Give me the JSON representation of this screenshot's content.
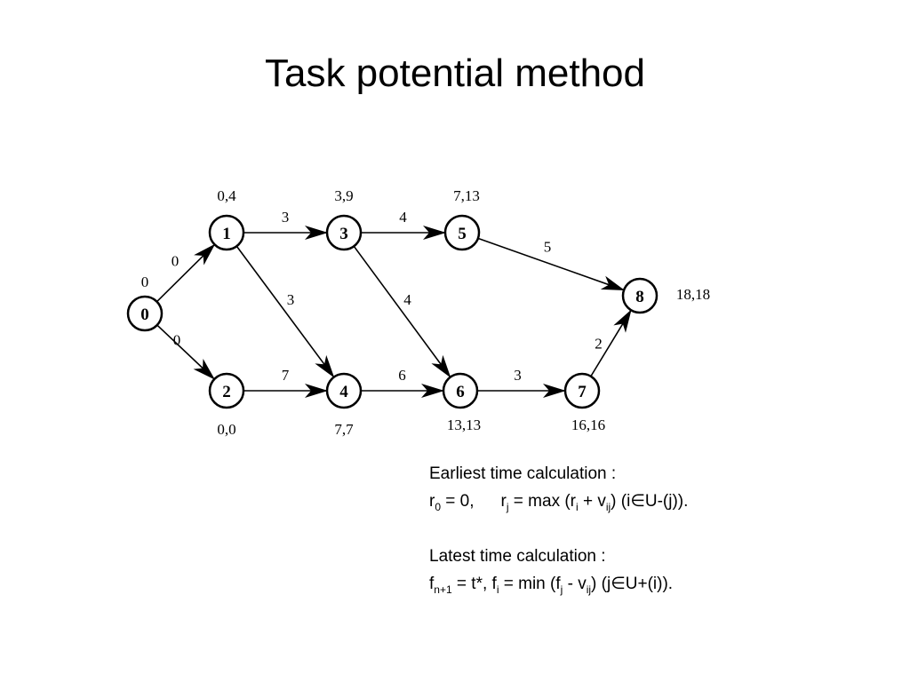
{
  "title": "Task potential method",
  "graph": {
    "nodes": [
      {
        "id": "0",
        "label": "0",
        "times": "0"
      },
      {
        "id": "1",
        "label": "1",
        "times": "0,4"
      },
      {
        "id": "2",
        "label": "2",
        "times": "0,0"
      },
      {
        "id": "3",
        "label": "3",
        "times": "3,9"
      },
      {
        "id": "4",
        "label": "4",
        "times": "7,7"
      },
      {
        "id": "5",
        "label": "5",
        "times": "7,13"
      },
      {
        "id": "6",
        "label": "6",
        "times": "13,13"
      },
      {
        "id": "7",
        "label": "7",
        "times": "16,16"
      },
      {
        "id": "8",
        "label": "8",
        "times": "18,18"
      }
    ],
    "edges": [
      {
        "from": "0",
        "to": "1",
        "weight": "0"
      },
      {
        "from": "0",
        "to": "2",
        "weight": "0"
      },
      {
        "from": "1",
        "to": "3",
        "weight": "3"
      },
      {
        "from": "1",
        "to": "4",
        "weight": "3"
      },
      {
        "from": "2",
        "to": "4",
        "weight": "7"
      },
      {
        "from": "3",
        "to": "5",
        "weight": "4"
      },
      {
        "from": "3",
        "to": "6",
        "weight": "4"
      },
      {
        "from": "4",
        "to": "6",
        "weight": "6"
      },
      {
        "from": "5",
        "to": "8",
        "weight": "5"
      },
      {
        "from": "6",
        "to": "7",
        "weight": "3"
      },
      {
        "from": "7",
        "to": "8",
        "weight": "2"
      }
    ]
  },
  "formulas": {
    "earliest_heading": "Earliest time calculation :",
    "earliest": {
      "r": "r",
      "sub0": "0",
      "eq0": " = 0,",
      "r2": "r",
      "subj": "j",
      "eq_max": " = max (r",
      "subi": "i",
      "plus_v": " + v",
      "subij": "ij",
      "close_set": ") (i∈U-(j))."
    },
    "latest_heading": "Latest time calculation :",
    "latest": {
      "f": "f",
      "subn1": "n+1",
      "eq_t": " = t*, f",
      "subi": "i",
      "eq_min": " = min (f",
      "subj": "j",
      "minus_v": " - v",
      "subij": "ij",
      "close_set": ") (j∈U+(i))."
    }
  }
}
